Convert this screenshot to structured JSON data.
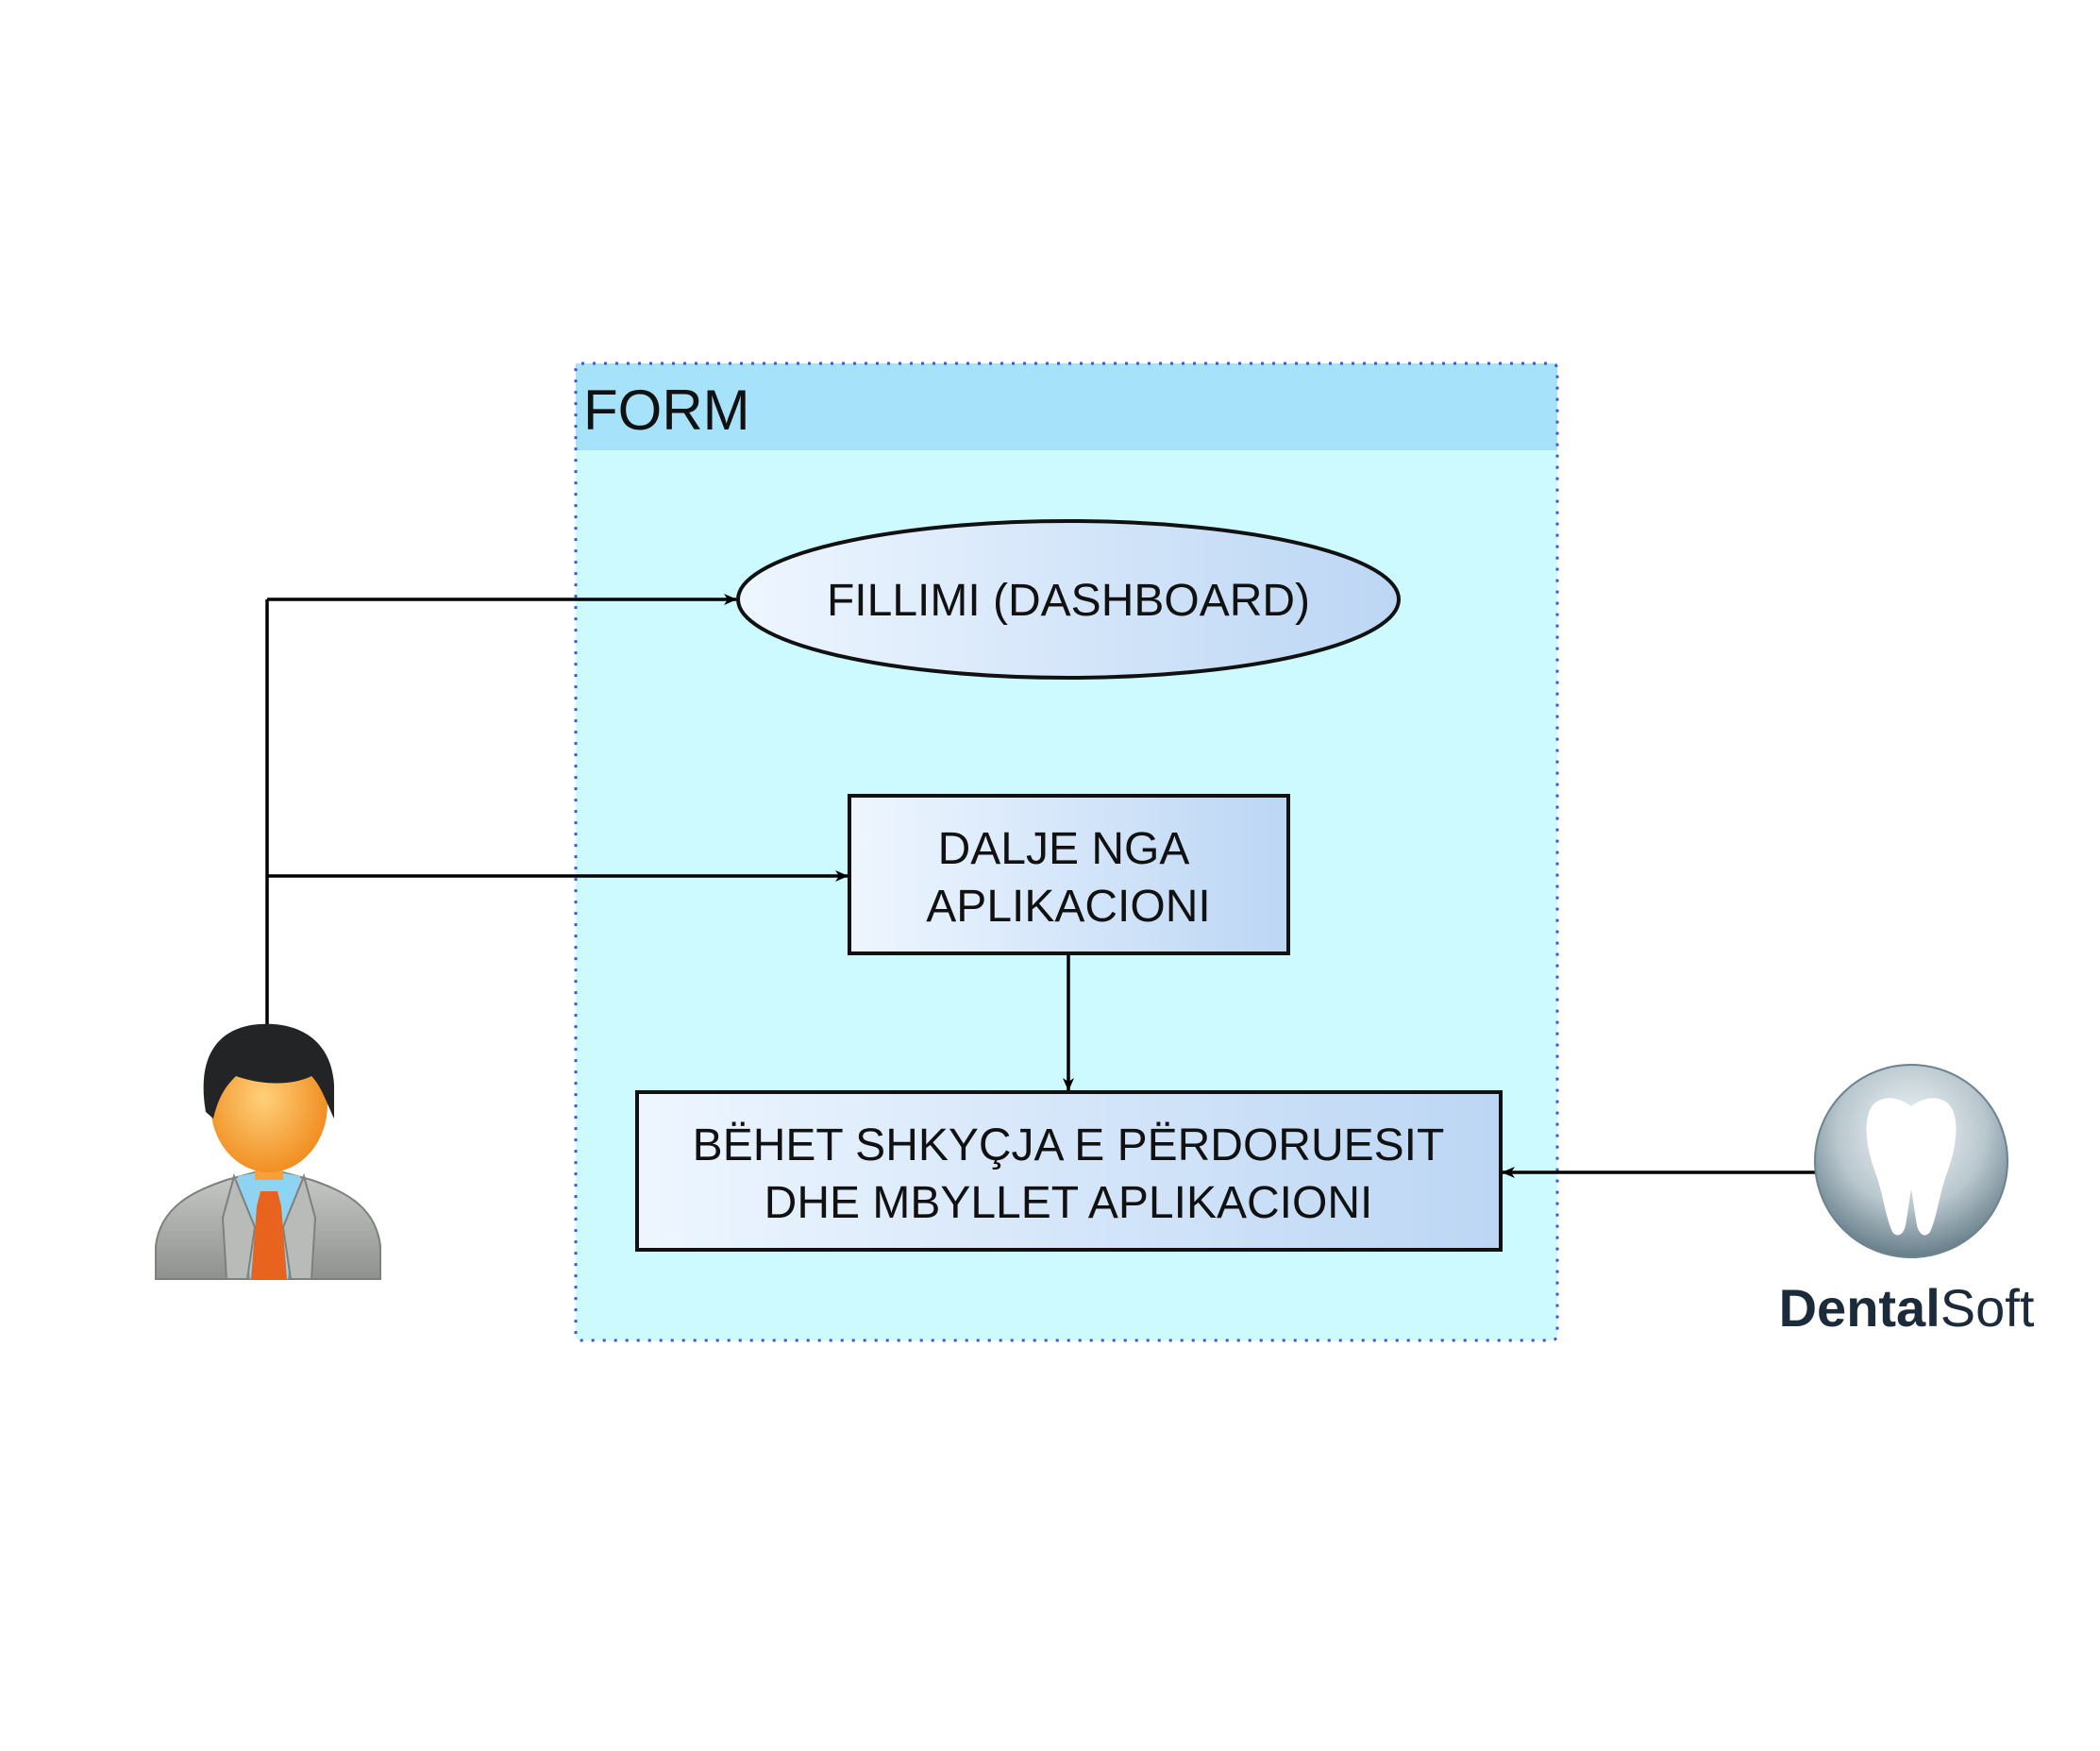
{
  "frame": {
    "title": "FORM"
  },
  "nodes": {
    "start": {
      "label": "FILLIMI (DASHBOARD)"
    },
    "exit": {
      "line1": "DALJE NGA",
      "line2": "APLIKACIONI"
    },
    "logout": {
      "line1": "BËHET SHKYÇJA E PËRDORUESIT",
      "line2": "DHE MBYLLET APLIKACIONI"
    }
  },
  "logo": {
    "bold": "Dental",
    "light": "Soft"
  },
  "icons": {
    "user": "user-avatar-icon",
    "logo": "tooth-logo-icon"
  },
  "colors": {
    "frame_fill": "#ccfaff",
    "frame_header": "#a6e3fb",
    "frame_border": "#3d56e0",
    "node_gradient_start": "#eef6ff",
    "node_gradient_end": "#bcd6f4",
    "edge": "#000000",
    "tie": "#e8641e",
    "face": "#f9a23a",
    "hair": "#222426",
    "suit": "#a8aba8",
    "shirt": "#8fd3f2"
  }
}
